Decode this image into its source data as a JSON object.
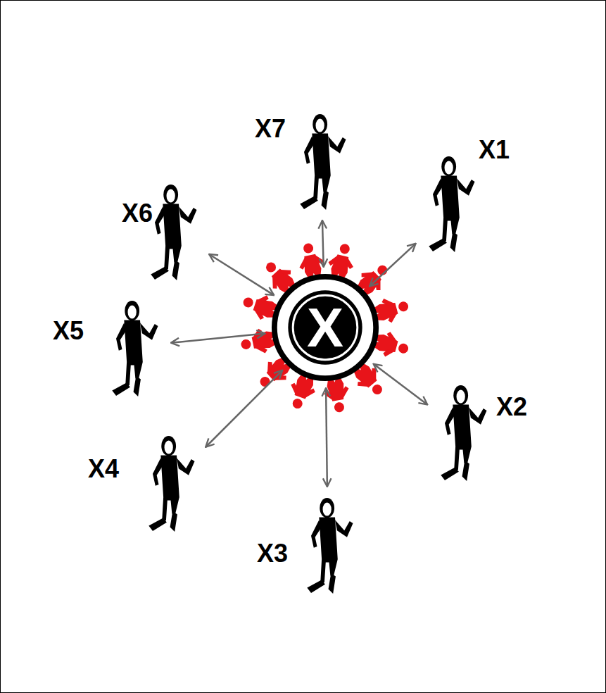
{
  "diagram": {
    "nodes": [
      {
        "text": [
          "X"
        ]
      },
      {
        "text": [
          "X7"
        ]
      },
      {
        "text": [
          "X1"
        ]
      },
      {
        "text": [
          "X6"
        ]
      },
      {
        "text": [
          "X5"
        ]
      },
      {
        "text": [
          "X2"
        ]
      },
      {
        "text": [
          "X4"
        ]
      },
      {
        "text": [
          "X3"
        ]
      }
    ],
    "edges": [
      {
        "from": 1,
        "to": 0,
        "arrow": "both"
      },
      {
        "from": 2,
        "to": 0,
        "arrow": "both"
      },
      {
        "from": 3,
        "to": 0,
        "arrow": "both"
      },
      {
        "from": 4,
        "to": 0,
        "arrow": "both"
      },
      {
        "from": 5,
        "to": 0,
        "arrow": "both"
      },
      {
        "from": 6,
        "to": 0,
        "arrow": "both"
      },
      {
        "from": 7,
        "to": 0,
        "arrow": "both"
      }
    ]
  }
}
